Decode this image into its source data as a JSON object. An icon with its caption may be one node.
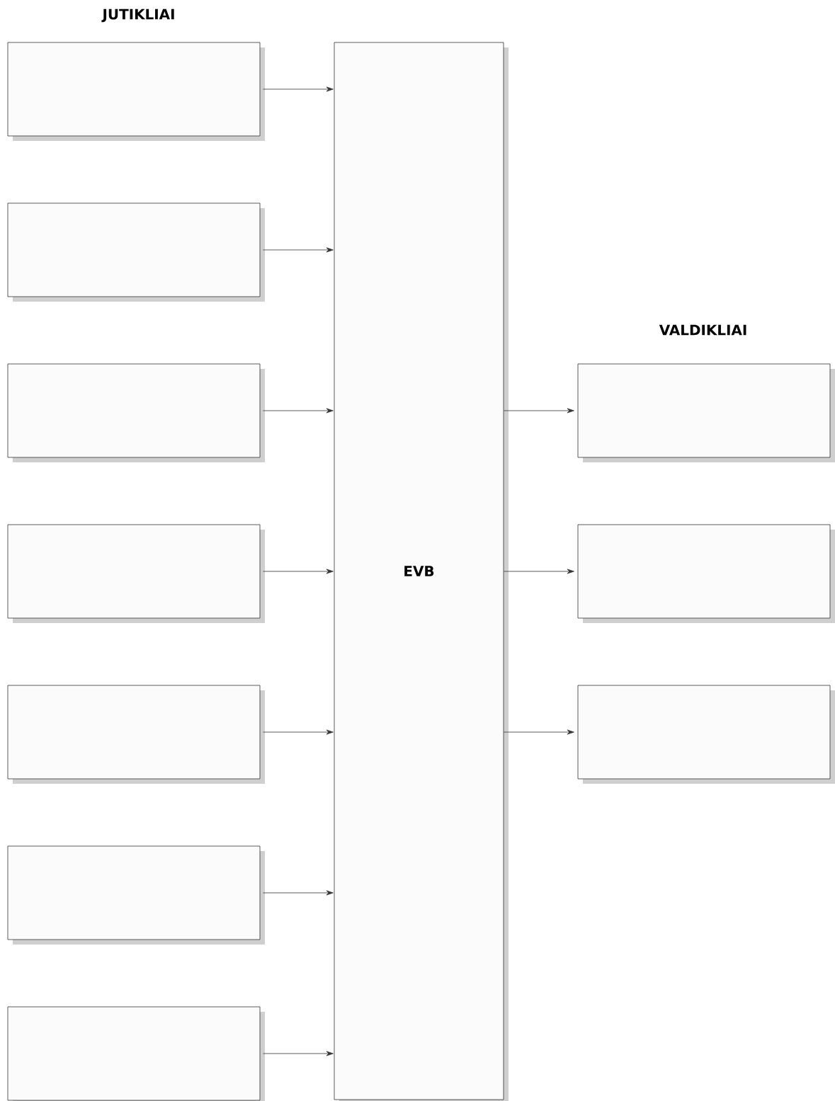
{
  "diagram": {
    "nodes": [
      {
        "text": [],
        "shape": "box"
      },
      {
        "text": [],
        "shape": "box"
      },
      {
        "text": [],
        "shape": "box"
      },
      {
        "text": [],
        "shape": "box"
      },
      {
        "text": [],
        "shape": "box"
      },
      {
        "text": [],
        "shape": "box"
      },
      {
        "text": [],
        "shape": "box"
      },
      {
        "text": [
          "EVB"
        ]
      },
      {
        "text": [],
        "shape": "box"
      },
      {
        "text": [],
        "shape": "box"
      },
      {
        "text": [],
        "shape": "box"
      }
    ],
    "edges": [
      {
        "from": 0,
        "to": 7,
        "arrow": "to"
      },
      {
        "from": 1,
        "to": 7,
        "arrow": "to"
      },
      {
        "from": 2,
        "to": 7,
        "arrow": "to"
      },
      {
        "from": 3,
        "to": 7,
        "arrow": "to"
      },
      {
        "from": 4,
        "to": 7,
        "arrow": "to"
      },
      {
        "from": 5,
        "to": 7,
        "arrow": "to"
      },
      {
        "from": 6,
        "to": 7,
        "arrow": "to"
      },
      {
        "from": 7,
        "to": 8,
        "arrow": "to"
      },
      {
        "from": 7,
        "to": 9,
        "arrow": "to"
      },
      {
        "from": 7,
        "to": 10,
        "arrow": "to"
      }
    ],
    "labels": [
      "JUTIKLIAI",
      "VALDIKLIAI"
    ]
  }
}
